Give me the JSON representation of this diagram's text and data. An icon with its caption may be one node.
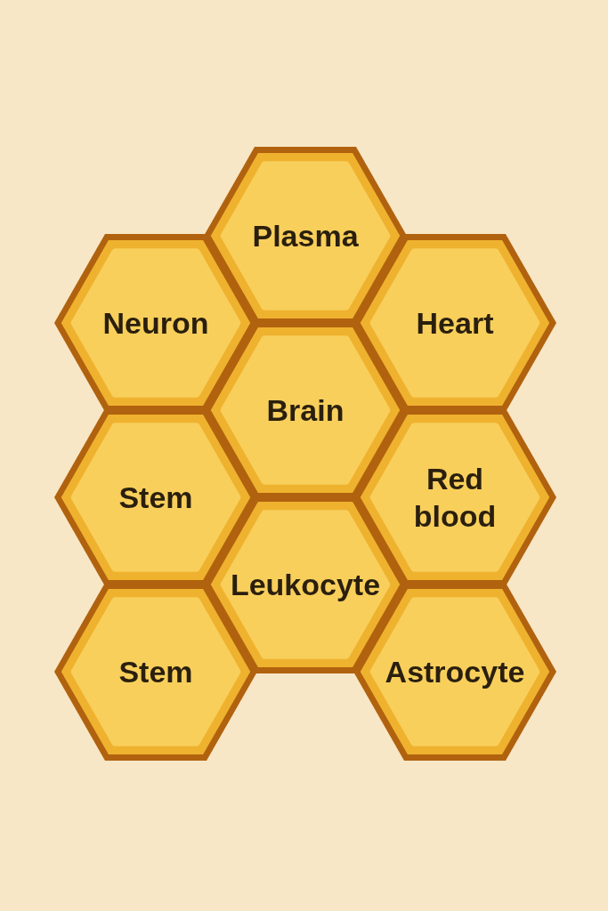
{
  "diagram": {
    "nodes": [
      {
        "text": [
          "Plasma"
        ]
      },
      {
        "text": [
          "Neuron"
        ]
      },
      {
        "text": [
          "Heart"
        ]
      },
      {
        "text": [
          "Brain"
        ]
      },
      {
        "text": [
          "Stem"
        ]
      },
      {
        "text": [
          "Red blood"
        ]
      },
      {
        "text": [
          "Leukocyte"
        ]
      },
      {
        "text": [
          "Stem"
        ]
      },
      {
        "text": [
          "Astrocyte"
        ]
      }
    ]
  }
}
